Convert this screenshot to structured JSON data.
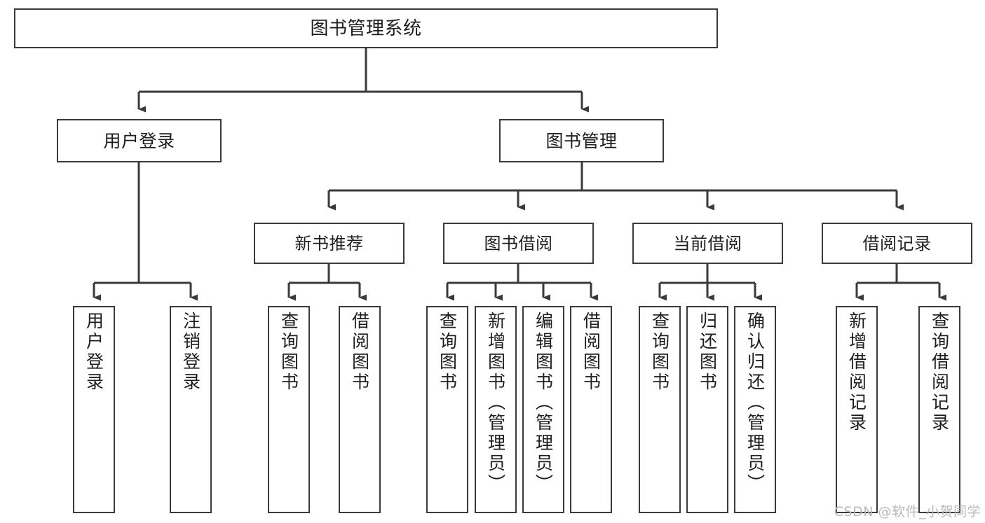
{
  "diagram": {
    "title": "图书管理系统",
    "type": "hierarchy-tree",
    "watermark": "CSDN @软件_小贺同学",
    "colors": {
      "border": "#3a3a3a",
      "background": "#ffffff",
      "text": "#1d1d1d",
      "watermark": "#b9b9b9"
    },
    "nodes": {
      "root": {
        "label": "图书管理系统"
      },
      "level2": [
        {
          "label": "用户登录"
        },
        {
          "label": "图书管理"
        }
      ],
      "level3": [
        {
          "label": "新书推荐"
        },
        {
          "label": "图书借阅"
        },
        {
          "label": "当前借阅"
        },
        {
          "label": "借阅记录"
        }
      ],
      "leaves": {
        "user_login": [
          {
            "label": "用户登录"
          },
          {
            "label": "注销登录"
          }
        ],
        "new_book_recommend": [
          {
            "label": "查询图书"
          },
          {
            "label": "借阅图书"
          }
        ],
        "book_borrow": [
          {
            "label": "查询图书"
          },
          {
            "label": "新增图书（管理员）"
          },
          {
            "label": "编辑图书（管理员）"
          },
          {
            "label": "借阅图书"
          }
        ],
        "current_borrow": [
          {
            "label": "查询图书"
          },
          {
            "label": "归还图书"
          },
          {
            "label": "确认归还（管理员）"
          }
        ],
        "borrow_record": [
          {
            "label": "新增借阅记录"
          },
          {
            "label": "查询借阅记录"
          }
        ]
      }
    }
  }
}
